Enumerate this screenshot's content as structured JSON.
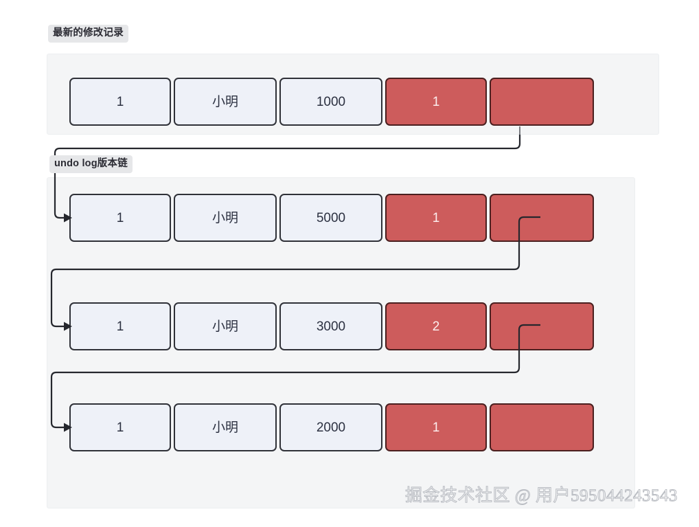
{
  "page": {
    "watermark": "掘金技术社区 @ 用户595044243543"
  },
  "colors": {
    "page_background": "#ffffff",
    "panel_background": "#f4f5f6",
    "tag_background": "#e6e7e9",
    "cell_light": "#eef1f8",
    "cell_red": "#cd5c5c",
    "cell_border_dark": "#2c2f36",
    "connector": "#25272d",
    "text_dark": "#2b3040",
    "text_light": "#fdeeee"
  },
  "panels": [
    {
      "id": "latest-record",
      "tag": "最新的修改记录",
      "rows": [
        {
          "id": "row-latest",
          "cells": [
            {
              "name": "id",
              "value": "1",
              "style": "light"
            },
            {
              "name": "username",
              "value": "小明",
              "style": "light"
            },
            {
              "name": "balance",
              "value": "1000",
              "style": "light"
            },
            {
              "name": "trx-id",
              "value": "1",
              "style": "red"
            },
            {
              "name": "roll-pointer",
              "value": "",
              "style": "red"
            }
          ]
        }
      ]
    },
    {
      "id": "undo-log-chain",
      "tag": "undo log版本链",
      "rows": [
        {
          "id": "undo-row-1",
          "cells": [
            {
              "name": "id",
              "value": "1",
              "style": "light"
            },
            {
              "name": "username",
              "value": "小明",
              "style": "light"
            },
            {
              "name": "balance",
              "value": "5000",
              "style": "light"
            },
            {
              "name": "trx-id",
              "value": "1",
              "style": "red"
            },
            {
              "name": "roll-pointer",
              "value": "",
              "style": "red"
            }
          ]
        },
        {
          "id": "undo-row-2",
          "cells": [
            {
              "name": "id",
              "value": "1",
              "style": "light"
            },
            {
              "name": "username",
              "value": "小明",
              "style": "light"
            },
            {
              "name": "balance",
              "value": "3000",
              "style": "light"
            },
            {
              "name": "trx-id",
              "value": "2",
              "style": "red"
            },
            {
              "name": "roll-pointer",
              "value": "",
              "style": "red"
            }
          ]
        },
        {
          "id": "undo-row-3",
          "cells": [
            {
              "name": "id",
              "value": "1",
              "style": "light"
            },
            {
              "name": "username",
              "value": "小明",
              "style": "light"
            },
            {
              "name": "balance",
              "value": "2000",
              "style": "light"
            },
            {
              "name": "trx-id",
              "value": "1",
              "style": "red"
            },
            {
              "name": "roll-pointer",
              "value": "",
              "style": "red"
            }
          ]
        }
      ]
    }
  ],
  "connectors": [
    {
      "name": "pointer-latest-to-undo-1",
      "from": "row-latest.roll-pointer",
      "to": "undo-row-1.id"
    },
    {
      "name": "pointer-undo-1-to-undo-2",
      "from": "undo-row-1.roll-pointer",
      "to": "undo-row-2.id"
    },
    {
      "name": "pointer-undo-2-to-undo-3",
      "from": "undo-row-2.roll-pointer",
      "to": "undo-row-3.id"
    }
  ]
}
